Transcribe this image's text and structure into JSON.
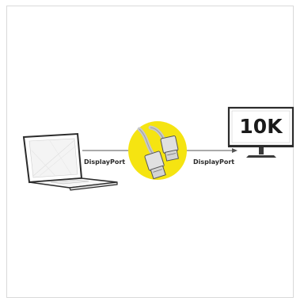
{
  "diagram": {
    "left_label": "DisplayPort",
    "right_label": "DisplayPort",
    "monitor_text": "10K",
    "colors": {
      "accent_circle": "#f5e411",
      "line": "#555555",
      "device_outline": "#2b2b2b"
    }
  }
}
